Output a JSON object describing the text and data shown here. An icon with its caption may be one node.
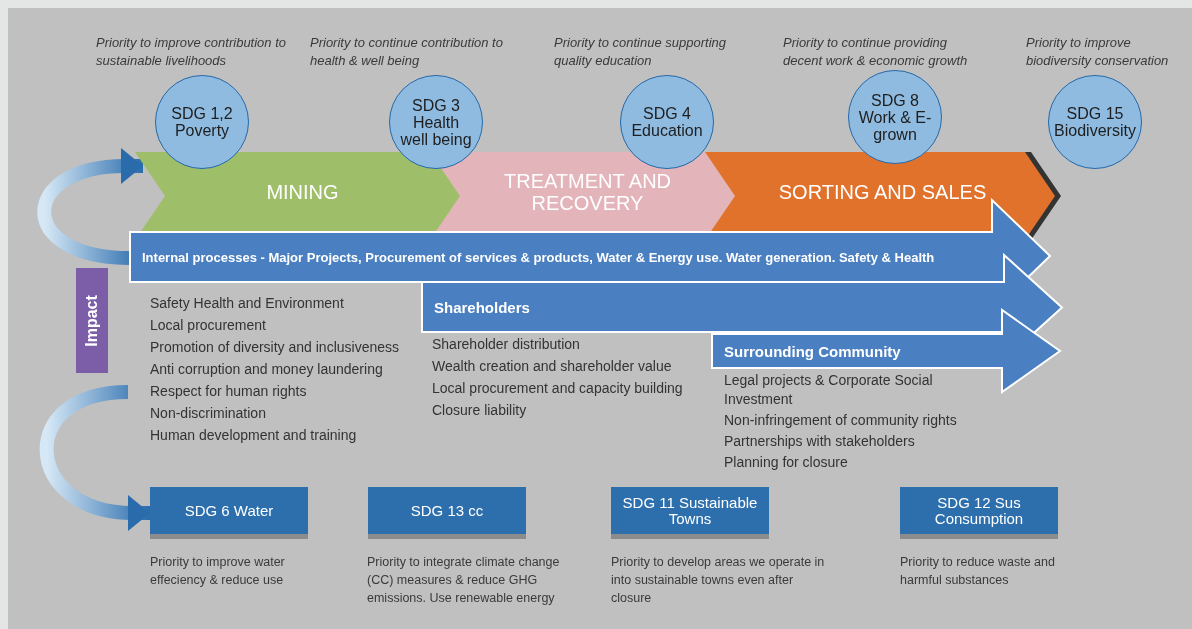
{
  "diagram": {
    "nodes": [
      {
        "text": [
          "SDG 1,2 Poverty"
        ],
        "beside": [
          "Priority to improve contribution to sustainable livelihoods"
        ]
      },
      {
        "text": [
          "SDG 3 Health well being"
        ],
        "beside": [
          "Priority to continue contribution to health & well being"
        ]
      },
      {
        "text": [
          "SDG 4 Education"
        ],
        "beside": [
          "Priority to continue supporting quality education"
        ]
      },
      {
        "text": [
          "SDG 8 Work & E-grown"
        ],
        "beside": [
          "Priority to continue providing decent work & economic growth"
        ]
      },
      {
        "text": [
          "SDG 15 Biodiversity"
        ],
        "beside": [
          "Priority to improve biodiversity conservation"
        ]
      },
      {
        "text": [
          "MINING"
        ]
      },
      {
        "text": [
          "TREATMENT AND RECOVERY"
        ]
      },
      {
        "text": [
          "SORTING AND SALES"
        ]
      },
      {
        "text": [
          "Internal processes - Major Projects, Procurement of services & products, Water & Energy use. Water generation. Safety & Health"
        ],
        "beside": [
          "Safety Health and Environment",
          "Local procurement",
          "Promotion of diversity and inclusiveness",
          "Anti corruption and money laundering",
          "Respect for human rights",
          "Non-discrimination",
          "Human development and training"
        ]
      },
      {
        "text": [
          "Impact"
        ]
      },
      {
        "text": [
          "Shareholders"
        ],
        "beside": [
          "Shareholder distribution",
          "Wealth creation and shareholder value",
          "Local procurement and capacity building",
          "Closure liability"
        ]
      },
      {
        "text": [
          "Surrounding Community"
        ],
        "beside": [
          "Legal projects & Corporate Social Investment",
          "Non-infringement of community rights",
          "Partnerships with stakeholders",
          "Planning for closure"
        ]
      },
      {
        "text": [
          "SDG 6 Water"
        ],
        "beside": [
          "Priority to improve water effeciency & reduce use"
        ]
      },
      {
        "text": [
          "SDG 13 cc"
        ],
        "beside": [
          "Priority to integrate climate change (CC) measures & reduce GHG emissions. Use renewable energy"
        ]
      },
      {
        "text": [
          "SDG 11 Sustainable Towns"
        ],
        "beside": [
          "Priority to develop areas we operate in into sustainable towns even after closure"
        ]
      },
      {
        "text": [
          "SDG 12 Sus Consumption"
        ],
        "beside": [
          "Priority to reduce waste and harmful substances"
        ]
      }
    ],
    "edges": [
      {
        "from": 8,
        "to": 5,
        "arrow": "to"
      },
      {
        "from": null,
        "to": 12,
        "arrow": "to"
      }
    ]
  }
}
